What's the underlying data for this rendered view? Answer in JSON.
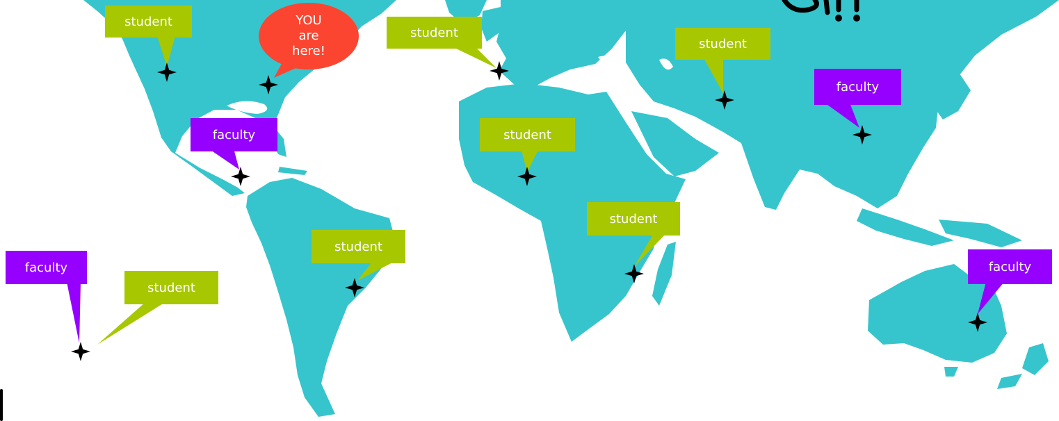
{
  "colors": {
    "land": "#36c5cc",
    "student": "#a7c700",
    "faculty": "#9600ff",
    "you_bubble": "#fb4530",
    "marker": "#000000",
    "callout_text": "#ffffff",
    "background": "#ffffff"
  },
  "marker_icon": "four-point-star-icon",
  "you_are_here": {
    "lines": [
      "YOU",
      "are",
      "here!"
    ],
    "place": "east coast of North America"
  },
  "callouts": [
    {
      "id": "student-western-north-america",
      "kind": "student",
      "label": "student",
      "place": "western North America"
    },
    {
      "id": "student-iberia",
      "kind": "student",
      "label": "student",
      "place": "Iberian Peninsula"
    },
    {
      "id": "student-central-asia",
      "kind": "student",
      "label": "student",
      "place": "Central Asia"
    },
    {
      "id": "faculty-east-asia",
      "kind": "faculty",
      "label": "faculty",
      "place": "East Asia"
    },
    {
      "id": "faculty-central-america",
      "kind": "faculty",
      "label": "faculty",
      "place": "Central America"
    },
    {
      "id": "student-west-africa",
      "kind": "student",
      "label": "student",
      "place": "West Africa"
    },
    {
      "id": "student-east-africa",
      "kind": "student",
      "label": "student",
      "place": "East Africa"
    },
    {
      "id": "student-brazil",
      "kind": "student",
      "label": "student",
      "place": "Brazil"
    },
    {
      "id": "faculty-pacific",
      "kind": "faculty",
      "label": "faculty",
      "place": "South Pacific"
    },
    {
      "id": "student-pacific",
      "kind": "student",
      "label": "student",
      "place": "South Pacific"
    },
    {
      "id": "faculty-australia",
      "kind": "faculty",
      "label": "faculty",
      "place": "eastern Australia"
    }
  ]
}
